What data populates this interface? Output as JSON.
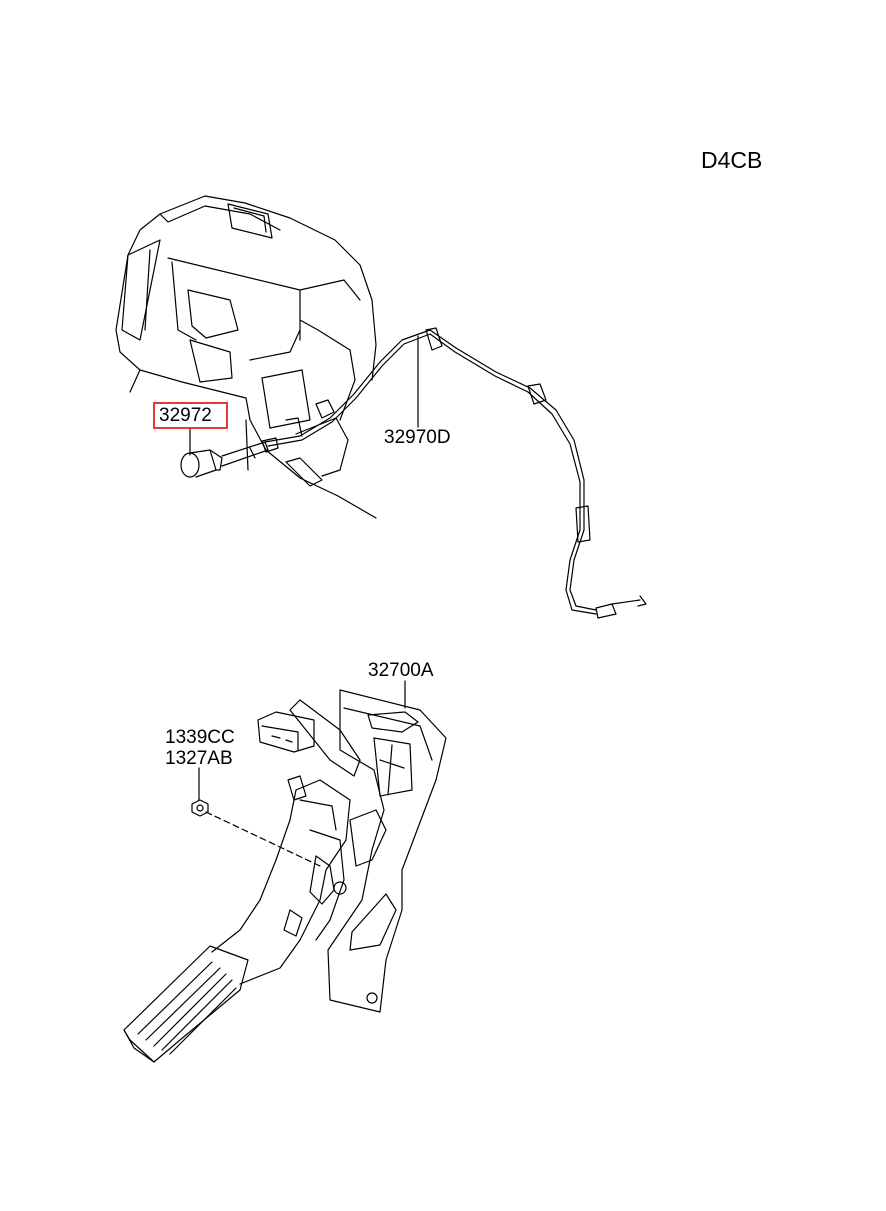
{
  "engine_code": "D4CB",
  "parts": {
    "knob": "32972",
    "cable": "32970D",
    "pedal_assembly": "32700A",
    "nut_1": "1339CC",
    "nut_2": "1327AB"
  },
  "colors": {
    "line": "#000000",
    "highlight": "#e8383d",
    "background": "#ffffff"
  }
}
